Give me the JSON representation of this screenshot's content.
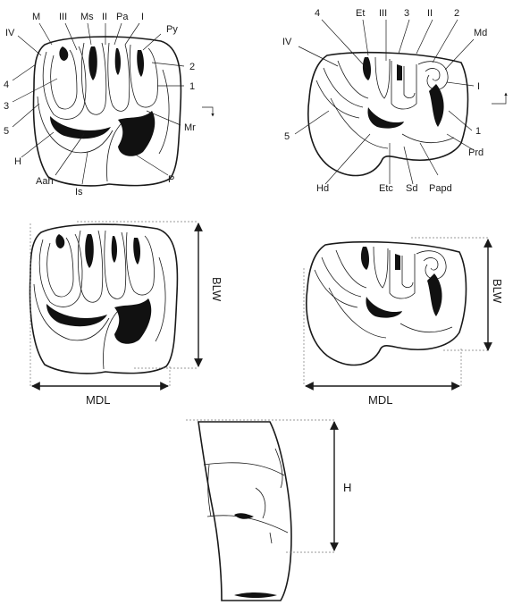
{
  "upper_tooth": {
    "labels": {
      "IV": "IV",
      "M": "M",
      "III": "III",
      "Ms": "Ms",
      "II": "II",
      "Pa": "Pa",
      "I": "I",
      "Py": "Py",
      "four": "4",
      "two": "2",
      "three": "3",
      "one": "1",
      "five": "5",
      "Mr": "Mr",
      "H": "H",
      "Aah": "Aah",
      "Is": "Is",
      "P": "P"
    }
  },
  "lower_tooth": {
    "labels": {
      "four": "4",
      "Et": "Et",
      "III": "III",
      "three": "3",
      "II": "II",
      "two": "2",
      "IV": "IV",
      "Md": "Md",
      "I": "I",
      "one": "1",
      "five": "5",
      "Prd": "Prd",
      "Hd": "Hd",
      "Etc": "Etc",
      "Sd": "Sd",
      "Papd": "Papd"
    }
  },
  "measurements": {
    "upper_width": "MDL",
    "upper_height": "BLW",
    "lower_width": "MDL",
    "lower_height": "BLW",
    "crown_height": "H"
  }
}
